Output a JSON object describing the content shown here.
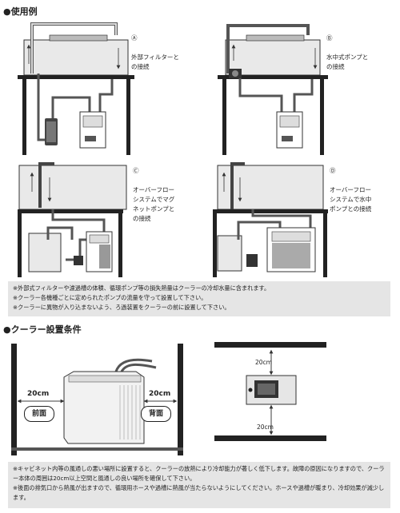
{
  "sections": {
    "usage_title": "●使用例",
    "conditions_title": "●クーラー設置条件"
  },
  "examples": [
    {
      "badge": "Ⓐ",
      "caption": "外部フィルターと\nの接続"
    },
    {
      "badge": "Ⓑ",
      "caption": "水中式ポンプと\nの接続"
    },
    {
      "badge": "Ⓒ",
      "caption": "オーバーフロー\nシステムでマグ\nネットポンプと\nの接続"
    },
    {
      "badge": "Ⓓ",
      "caption": "オーバーフロー\nシステムで水中\nポンプとの接続"
    }
  ],
  "notes_top": [
    "※外部式フィルターや濾過槽の体積、循環ポンプ等の損失熱量はクーラーの冷却水量に含まれます。",
    "※クーラー各機種ごとに定められたポンプの流量を守って設置して下さい。",
    "※クーラーに異物が入り込まないよう、ろ過装置をクーラーの前に設置して下さい。"
  ],
  "clearance": {
    "left_distance": "20cm",
    "right_distance": "20cm",
    "front_label": "前面",
    "back_label": "背面",
    "top_distance": "20cm",
    "bottom_distance": "20cm"
  },
  "notes_bottom": [
    "※キャビネット内等の風通しの悪い場所に設置すると、クーラーの放熱により冷却能力が著しく低下します。故障の原因になりますので、クーラー本体の周囲は20cm以上空間と風通しの良い場所を確保して下さい。",
    "※後面の排気口から熱風が出ますので、循環用ホースや過槽に熱風が当たらないようにしてください。ホースや過槽が暖まり、冷却効果が減少します。"
  ]
}
